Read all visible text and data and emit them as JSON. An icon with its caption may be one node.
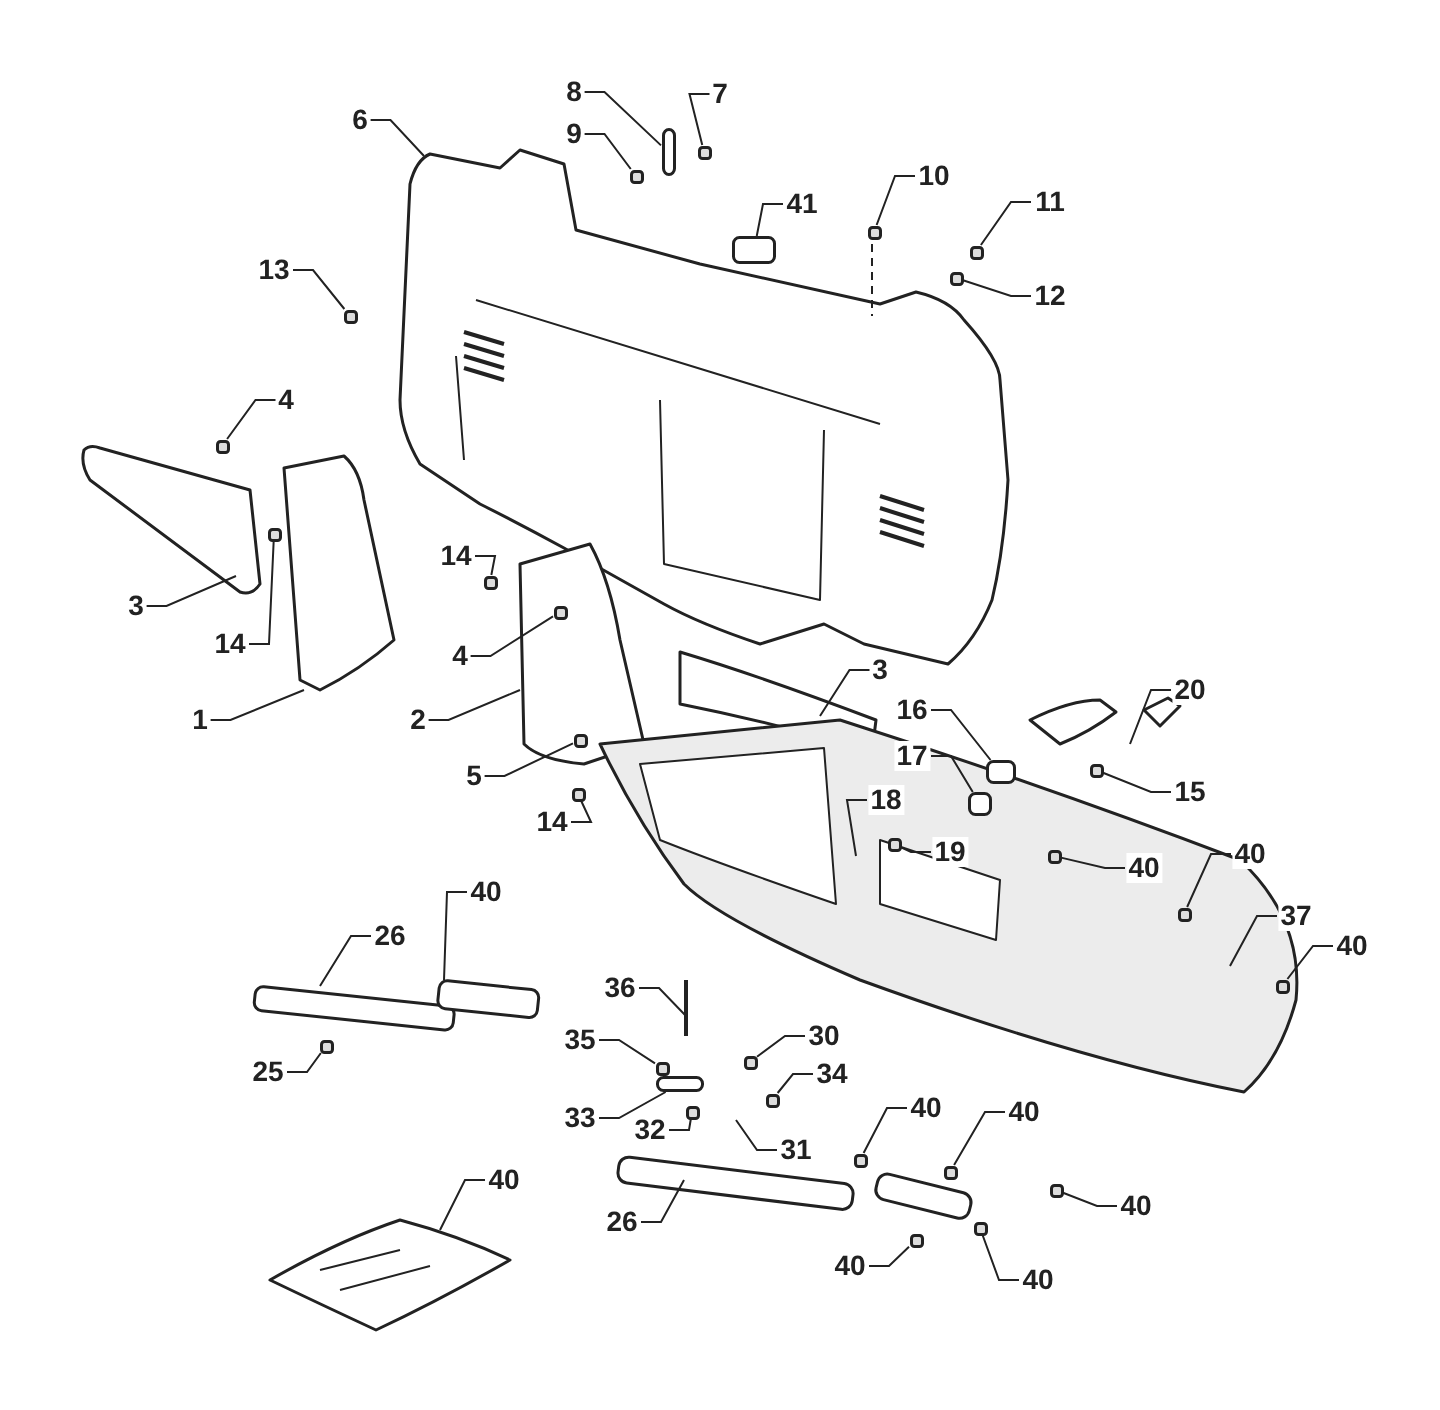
{
  "diagram": {
    "nodes": [
      {
        "text": [
          "6"
        ]
      },
      {
        "text": [
          "8"
        ]
      },
      {
        "text": [
          "7"
        ]
      },
      {
        "text": [
          "9"
        ]
      },
      {
        "text": [
          "10"
        ]
      },
      {
        "text": [
          "41"
        ]
      },
      {
        "text": [
          "11"
        ]
      },
      {
        "text": [
          "13"
        ]
      },
      {
        "text": [
          "12"
        ]
      },
      {
        "text": [
          "4"
        ]
      },
      {
        "text": [
          "14"
        ]
      },
      {
        "text": [
          "3"
        ]
      },
      {
        "text": [
          "14"
        ]
      },
      {
        "text": [
          "4"
        ]
      },
      {
        "text": [
          "3"
        ]
      },
      {
        "text": [
          "20"
        ]
      },
      {
        "text": [
          "16"
        ]
      },
      {
        "text": [
          "1"
        ]
      },
      {
        "text": [
          "2"
        ]
      },
      {
        "text": [
          "17"
        ]
      },
      {
        "text": [
          "5"
        ]
      },
      {
        "text": [
          "15"
        ]
      },
      {
        "text": [
          "18"
        ]
      },
      {
        "text": [
          "14"
        ]
      },
      {
        "text": [
          "40"
        ]
      },
      {
        "text": [
          "19"
        ]
      },
      {
        "text": [
          "40"
        ]
      },
      {
        "text": [
          "40"
        ]
      },
      {
        "text": [
          "37"
        ]
      },
      {
        "text": [
          "26"
        ]
      },
      {
        "text": [
          "40"
        ]
      },
      {
        "text": [
          "36"
        ]
      },
      {
        "text": [
          "30"
        ]
      },
      {
        "text": [
          "35"
        ]
      },
      {
        "text": [
          "25"
        ]
      },
      {
        "text": [
          "34"
        ]
      },
      {
        "text": [
          "40"
        ]
      },
      {
        "text": [
          "40"
        ]
      },
      {
        "text": [
          "33"
        ]
      },
      {
        "text": [
          "32"
        ]
      },
      {
        "text": [
          "31"
        ]
      },
      {
        "text": [
          "40"
        ]
      },
      {
        "text": [
          "40"
        ]
      },
      {
        "text": [
          "26"
        ]
      },
      {
        "text": [
          "40"
        ]
      },
      {
        "text": [
          "40"
        ]
      },
      {
        "text": [],
        "shape": "bar"
      },
      {
        "text": [],
        "shape": "bolt"
      },
      {
        "text": [],
        "shape": "bolt"
      },
      {
        "text": [],
        "shape": "bolt"
      },
      {
        "text": [],
        "shape": "box"
      },
      {
        "text": [],
        "shape": "bolt"
      },
      {
        "text": [],
        "shape": "bolt"
      },
      {
        "text": [],
        "shape": "bolt"
      },
      {
        "text": [],
        "shape": "bolt"
      },
      {
        "text": [],
        "shape": "bolt"
      },
      {
        "text": [],
        "shape": "bolt"
      },
      {
        "text": [],
        "shape": "bolt"
      },
      {
        "text": [],
        "shape": "bolt"
      },
      {
        "text": [],
        "shape": "bolt"
      },
      {
        "text": [],
        "shape": "bolt"
      },
      {
        "text": [],
        "shape": "bolt"
      },
      {
        "text": [],
        "shape": "bolt"
      },
      {
        "text": [],
        "shape": "bolt"
      },
      {
        "text": [],
        "shape": "bolt"
      },
      {
        "text": [],
        "shape": "bolt"
      },
      {
        "text": [],
        "shape": "bolt"
      },
      {
        "text": [],
        "shape": "bolt"
      },
      {
        "text": [],
        "shape": "bolt"
      },
      {
        "text": [],
        "shape": "bolt"
      },
      {
        "text": [],
        "shape": "bolt"
      },
      {
        "text": [],
        "shape": "bolt"
      },
      {
        "text": [],
        "shape": "bolt"
      },
      {
        "text": [],
        "shape": "bolt"
      },
      {
        "text": [],
        "shape": "bolt"
      },
      {
        "text": [],
        "shape": "bar"
      },
      {
        "text": [],
        "shape": "box"
      },
      {
        "text": [],
        "shape": "box"
      }
    ],
    "edges": [
      {
        "from": 0,
        "to": null,
        "arrow": "none"
      },
      {
        "from": 1,
        "to": 46,
        "arrow": "none"
      },
      {
        "from": 2,
        "to": 48,
        "arrow": "none"
      },
      {
        "from": 3,
        "to": 47,
        "arrow": "none"
      },
      {
        "from": 4,
        "to": 49,
        "arrow": "none"
      },
      {
        "from": 5,
        "to": 50,
        "arrow": "none"
      },
      {
        "from": 6,
        "to": 51,
        "arrow": "none"
      },
      {
        "from": 7,
        "to": 53,
        "arrow": "none"
      },
      {
        "from": 8,
        "to": 52,
        "arrow": "none"
      },
      {
        "from": 9,
        "to": 54,
        "arrow": "none"
      },
      {
        "from": 10,
        "to": 55,
        "arrow": "none"
      },
      {
        "from": 11,
        "to": null,
        "arrow": "none"
      },
      {
        "from": 12,
        "to": 56,
        "arrow": "none"
      },
      {
        "from": 13,
        "to": 57,
        "arrow": "none"
      },
      {
        "from": 14,
        "to": null,
        "arrow": "none"
      },
      {
        "from": 15,
        "to": null,
        "arrow": "none"
      },
      {
        "from": 16,
        "to": 76,
        "arrow": "none"
      },
      {
        "from": 17,
        "to": null,
        "arrow": "none"
      },
      {
        "from": 18,
        "to": null,
        "arrow": "none"
      },
      {
        "from": 19,
        "to": 77,
        "arrow": "none"
      },
      {
        "from": 20,
        "to": 58,
        "arrow": "none"
      },
      {
        "from": 21,
        "to": 59,
        "arrow": "none"
      },
      {
        "from": 22,
        "to": null,
        "arrow": "none"
      },
      {
        "from": 23,
        "to": 60,
        "arrow": "none"
      },
      {
        "from": 24,
        "to": 63,
        "arrow": "none"
      },
      {
        "from": 25,
        "to": 61,
        "arrow": "none"
      },
      {
        "from": 26,
        "to": 62,
        "arrow": "none"
      },
      {
        "from": 27,
        "to": null,
        "arrow": "none"
      },
      {
        "from": 28,
        "to": null,
        "arrow": "none"
      },
      {
        "from": 29,
        "to": null,
        "arrow": "none"
      },
      {
        "from": 30,
        "to": 64,
        "arrow": "none"
      },
      {
        "from": 31,
        "to": null,
        "arrow": "none"
      },
      {
        "from": 32,
        "to": 68,
        "arrow": "none"
      },
      {
        "from": 33,
        "to": 66,
        "arrow": "none"
      },
      {
        "from": 34,
        "to": 65,
        "arrow": "none"
      },
      {
        "from": 35,
        "to": 69,
        "arrow": "none"
      },
      {
        "from": 36,
        "to": 70,
        "arrow": "none"
      },
      {
        "from": 37,
        "to": 71,
        "arrow": "none"
      },
      {
        "from": 38,
        "to": 75,
        "arrow": "none"
      },
      {
        "from": 39,
        "to": 67,
        "arrow": "none"
      },
      {
        "from": 40,
        "to": null,
        "arrow": "none"
      },
      {
        "from": 41,
        "to": null,
        "arrow": "none"
      },
      {
        "from": 42,
        "to": 74,
        "arrow": "none"
      },
      {
        "from": 43,
        "to": null,
        "arrow": "none"
      },
      {
        "from": 44,
        "to": 72,
        "arrow": "none"
      },
      {
        "from": 45,
        "to": 73,
        "arrow": "none"
      }
    ]
  }
}
